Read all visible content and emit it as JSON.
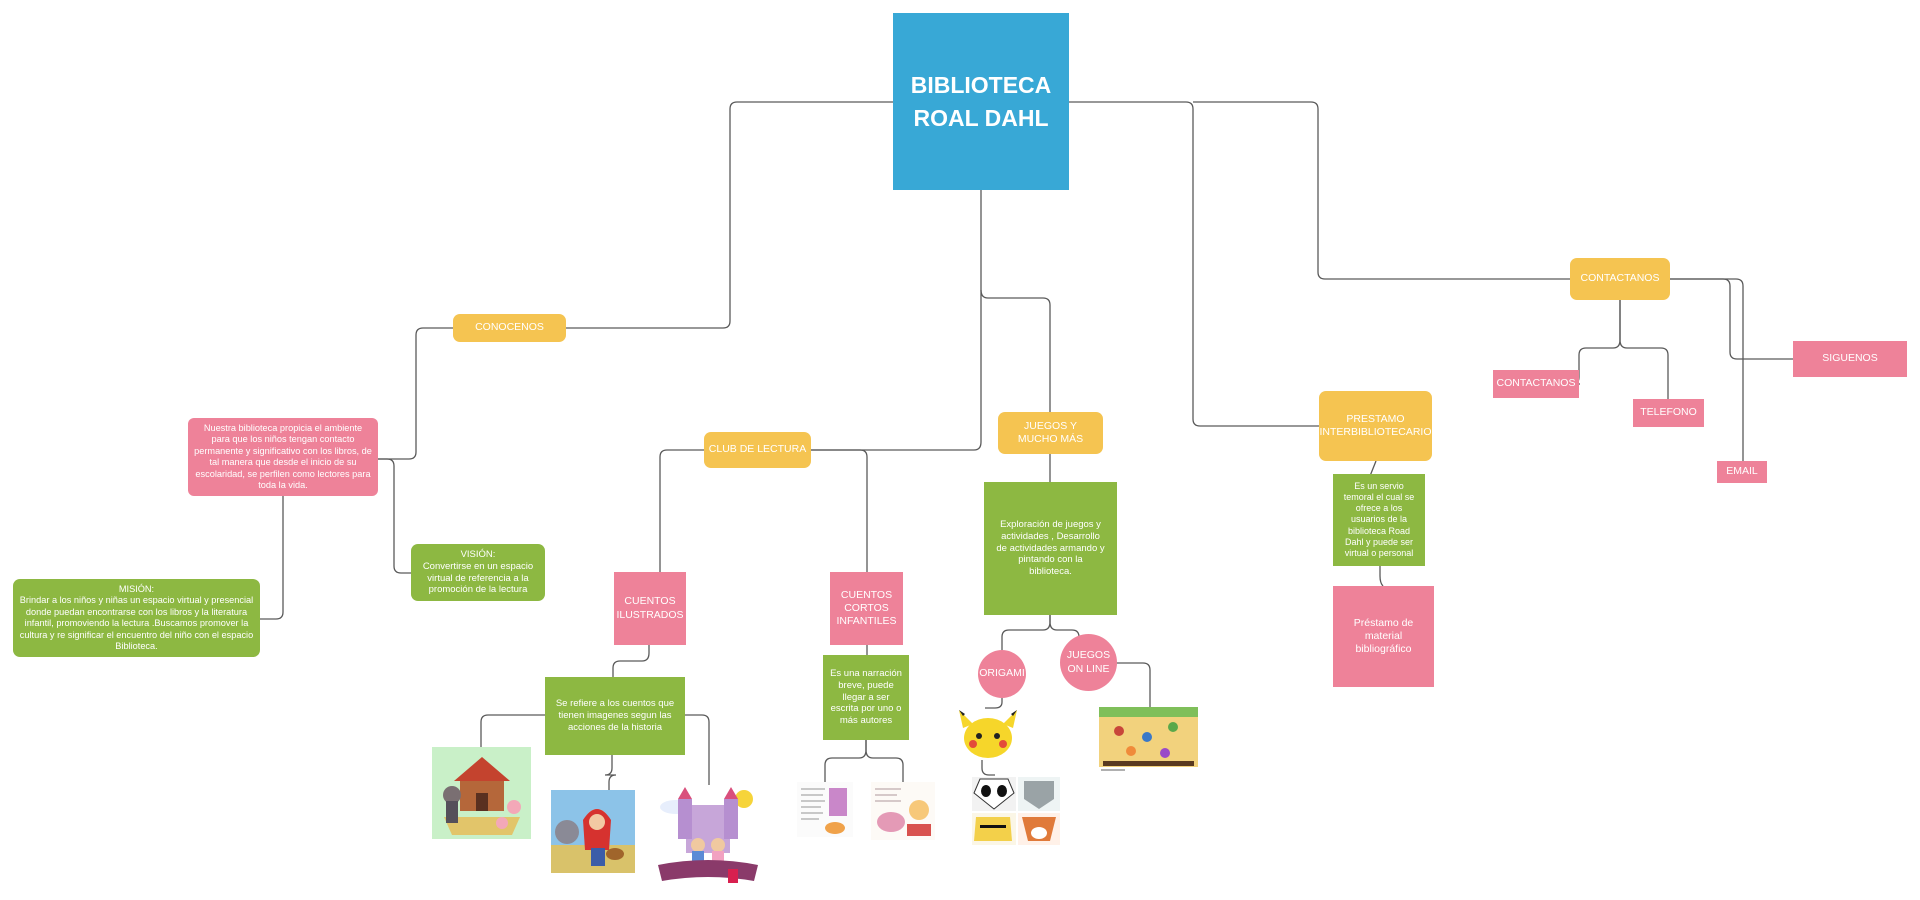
{
  "colors": {
    "root": "#38a8d6",
    "yellow": "#f5c451",
    "pink": "#ee8299",
    "green": "#8db842",
    "line": "#5a5a5a"
  },
  "root": {
    "title_line1": "BIBLIOTECA",
    "title_line2": "ROAL DAHL"
  },
  "conocenos": {
    "label": "CONOCENOS",
    "description": "Nuestra biblioteca propicia el ambiente para que los niños tengan contacto permanente y significativo con los libros, de tal manera que desde el inicio de su escolaridad, se perfilen como lectores para toda la vida.",
    "vision_title": "VISIÓN:",
    "vision_text": "Convertirse en un espacio virtual de referencia a la promoción de la lectura",
    "mision_title": "MISIÓN:",
    "mision_text": "Brindar a los niños y niñas un espacio virtual y presencial donde puedan encontrarse con los libros y la literatura infantil, promoviendo la lectura .Buscamos promover la cultura y re significar el encuentro del niño con el espacio Biblioteca."
  },
  "club": {
    "label": "CLUB DE LECTURA",
    "ilustrados": "CUENTOS ILUSTRADOS",
    "ilustrados_desc": "Se refiere a los cuentos que tienen imagenes segun las acciones de la historia",
    "cortos": "CUENTOS CORTOS INFANTILES",
    "cortos_desc": "Es una narración breve, puede llegar a ser escrita por uno o más autores"
  },
  "juegos": {
    "label": "JUEGOS Y MUCHO MÁS",
    "desc": "Exploración de juegos y actividades , Desarrollo de actividades armando y pintando con la biblioteca.",
    "origami": "ORIGAMI",
    "online": "JUEGOS ON LINE"
  },
  "prestamo": {
    "label": "PRESTAMO INTERBIBLIOTECARIO",
    "desc": "Es un servio temoral el cual se ofrece a los usuarios de la biblioteca Road Dahl y puede ser virtual o personal",
    "material": "Préstamo de material bibliográfico"
  },
  "contactanos": {
    "label": "CONTACTANOS",
    "sub_contactanos": "CONTACTANOS",
    "telefono": "TELEFONO",
    "siguenos": "SIGUENOS",
    "email": "EMAIL"
  },
  "images": [
    "wolf-and-pigs-illustration",
    "red-riding-hood-illustration",
    "castle-pop-up-book-illustration",
    "short-story-page-1",
    "short-story-page-2",
    "pikachu-origami",
    "animal-origami-grid",
    "online-game-screenshot"
  ]
}
